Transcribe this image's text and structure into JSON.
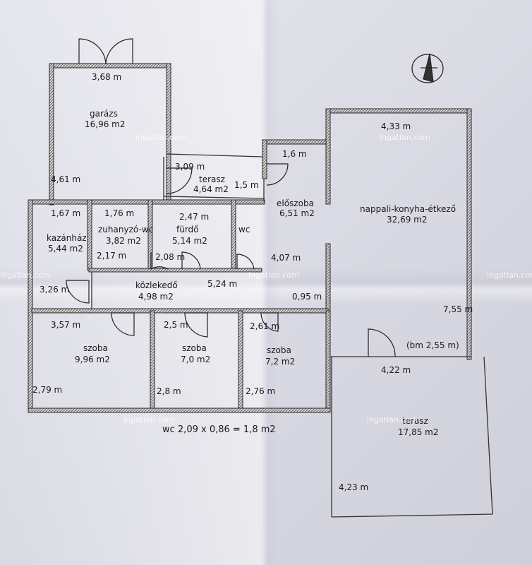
{
  "watermark": "ingatlan.com",
  "rooms": {
    "garage": {
      "name": "garázs",
      "area": "16,96 m2",
      "width": "3,68 m",
      "length": "4,61 m"
    },
    "terrace_small": {
      "name": "terasz",
      "area": "4,64 m2",
      "width": "3,09 m",
      "length": "1,5 m"
    },
    "hall": {
      "name": "előszoba",
      "area": "6,51 m2",
      "width": "1,6 m",
      "length": "4,07 m"
    },
    "living": {
      "name": "nappali-konyha-étkező",
      "area": "32,69 m2",
      "width": "4,33 m",
      "length": "7,55 m",
      "note": "(bm 2,55 m)",
      "width_bottom": "4,22 m",
      "side": "0,95 m"
    },
    "boiler": {
      "name": "kazánház",
      "area": "5,44 m2",
      "width": "1,67 m",
      "length": "3,26 m"
    },
    "shower": {
      "name": "zuhanyzó-wc",
      "area": "3,82 m2",
      "width": "1,76 m",
      "length": "2,17 m"
    },
    "bath": {
      "name": "fürdő",
      "area": "5,14 m2",
      "width": "2,47 m",
      "length": "2,08 m"
    },
    "wc": {
      "name": "wc"
    },
    "corridor": {
      "name": "közlekedő",
      "area": "4,98 m2",
      "length": "5,24 m"
    },
    "room1": {
      "name": "szoba",
      "area": "9,96 m2",
      "width": "3,57 m",
      "length": "2,79 m"
    },
    "room2": {
      "name": "szoba",
      "area": "7,0 m2",
      "width": "2,5 m",
      "length": "2,8 m"
    },
    "room3": {
      "name": "szoba",
      "area": "7,2 m2",
      "width": "2,61 m",
      "length": "2,76 m"
    },
    "terrace_big": {
      "name": "terasz",
      "area": "17,85 m2",
      "length": "4,23 m"
    }
  },
  "wc_formula": "wc 2,09 x 0,86 = 1,8 m2",
  "colors": {
    "wall": "#2b2b2b",
    "wall_fill": "#cfcfcf",
    "line": "#333333",
    "text": "#1a1a1a"
  }
}
